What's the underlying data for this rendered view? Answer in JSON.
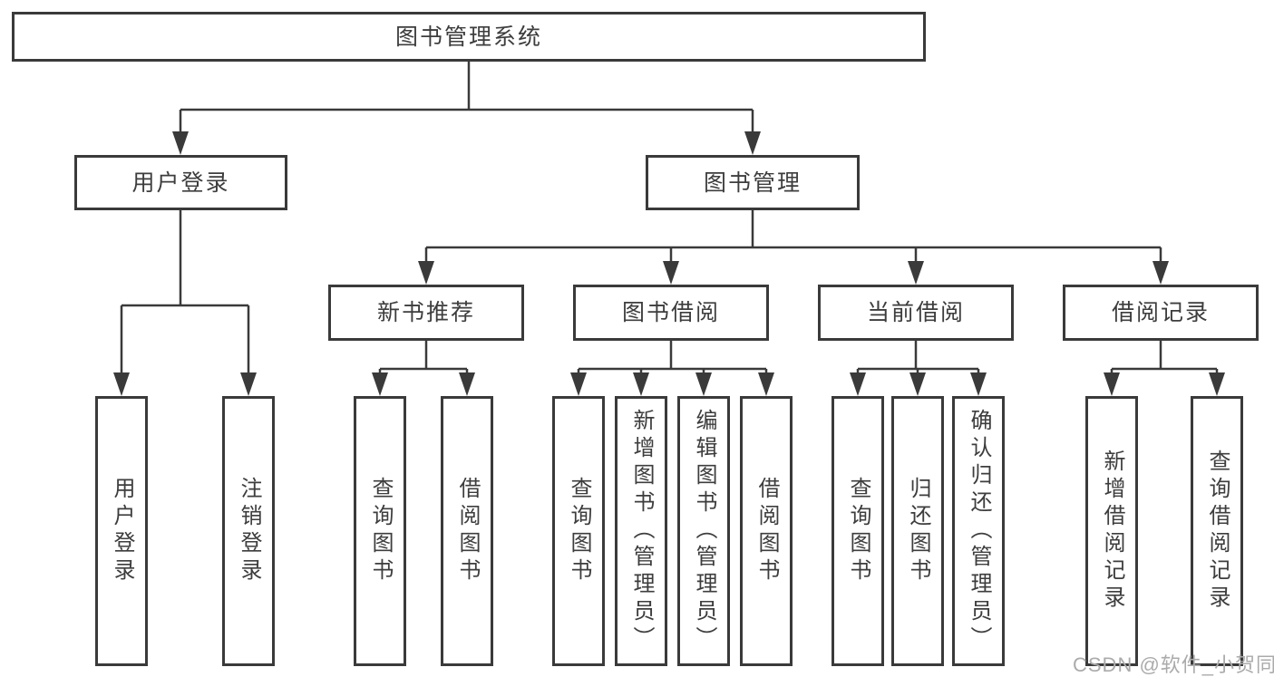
{
  "diagram": {
    "type": "tree",
    "root": {
      "label": "图书管理系统"
    },
    "level2": [
      {
        "label": "用户登录",
        "parent": "图书管理系统"
      },
      {
        "label": "图书管理",
        "parent": "图书管理系统"
      }
    ],
    "level3": [
      {
        "label": "新书推荐",
        "parent": "图书管理"
      },
      {
        "label": "图书借阅",
        "parent": "图书管理"
      },
      {
        "label": "当前借阅",
        "parent": "图书管理"
      },
      {
        "label": "借阅记录",
        "parent": "图书管理"
      }
    ],
    "leaves": [
      {
        "label": "用户登录",
        "parent": "用户登录"
      },
      {
        "label": "注销登录",
        "parent": "用户登录"
      },
      {
        "label": "查询图书",
        "parent": "新书推荐"
      },
      {
        "label": "借阅图书",
        "parent": "新书推荐"
      },
      {
        "label": "查询图书",
        "parent": "图书借阅"
      },
      {
        "label": "新增图书（管理员）",
        "parent": "图书借阅"
      },
      {
        "label": "编辑图书（管理员）",
        "parent": "图书借阅"
      },
      {
        "label": "借阅图书",
        "parent": "图书借阅"
      },
      {
        "label": "查询图书",
        "parent": "当前借阅"
      },
      {
        "label": "归还图书",
        "parent": "当前借阅"
      },
      {
        "label": "确认归还（管理员）",
        "parent": "当前借阅"
      },
      {
        "label": "新增借阅记录",
        "parent": "借阅记录"
      },
      {
        "label": "查询借阅记录",
        "parent": "借阅记录"
      }
    ]
  },
  "watermark": {
    "text": "CSDN @软件_小贺同学",
    "color": "#ababab"
  },
  "colors": {
    "line": "#3a3a3a",
    "box_border": "#3a3a3a",
    "text": "#3d3d3d",
    "background": "#ffffff"
  }
}
